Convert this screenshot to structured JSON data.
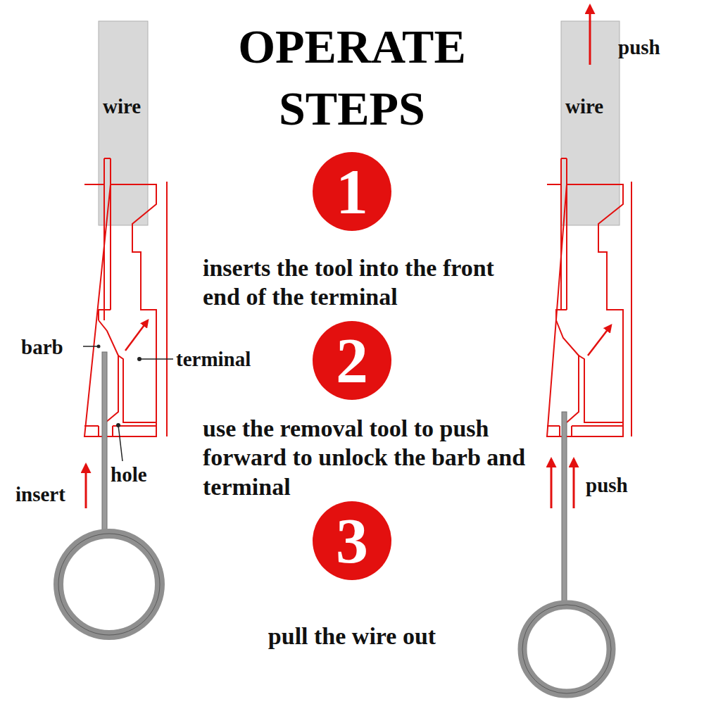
{
  "diagram": {
    "title": "OPERATE STEPS",
    "nodes": [
      {
        "text": [
          "1"
        ]
      },
      {
        "text": [
          "2"
        ]
      },
      {
        "text": [
          "3"
        ]
      }
    ],
    "labels": [
      "wire",
      "barb",
      "terminal",
      "hole",
      "insert",
      "push",
      "wire",
      "push",
      "inserts the tool into the front end of the terminal",
      "use the removal tool to push forward to unlock the barb and terminal",
      "pull the wire out"
    ]
  }
}
